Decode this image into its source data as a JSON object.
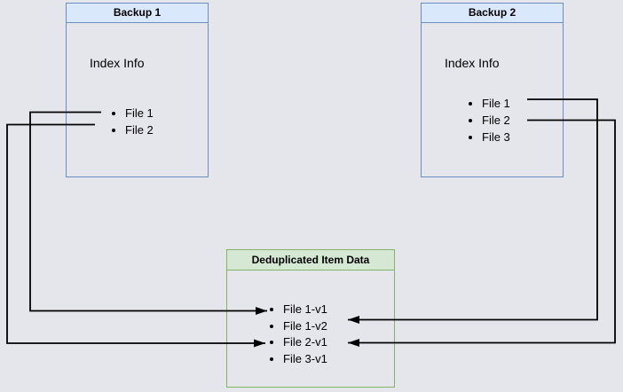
{
  "diagram": {
    "backup1": {
      "title": "Backup 1",
      "info_label": "Index Info",
      "files": [
        "File 1",
        "File 2"
      ]
    },
    "backup2": {
      "title": "Backup 2",
      "info_label": "Index Info",
      "files": [
        "File 1",
        "File 2",
        "File 3"
      ]
    },
    "dedup": {
      "title": "Deduplicated Item Data",
      "items": [
        "File 1-v1",
        "File 1-v2",
        "File 2-v1",
        "File 3-v1"
      ]
    },
    "edges": [
      {
        "from": "Backup 1 / File 1",
        "to": "File 1-v1"
      },
      {
        "from": "Backup 1 / File 2",
        "to": "File 2-v1"
      },
      {
        "from": "Backup 2 / File 1",
        "to": "File 1-v2"
      },
      {
        "from": "Backup 2 / File 2",
        "to": "File 2-v1"
      }
    ],
    "colors": {
      "background": "#e5e5ec",
      "blue_fill": "#dae8fc",
      "blue_border": "#6c8ebf",
      "green_fill": "#d5e8d4",
      "green_border": "#82b366",
      "connector": "#000000"
    }
  }
}
